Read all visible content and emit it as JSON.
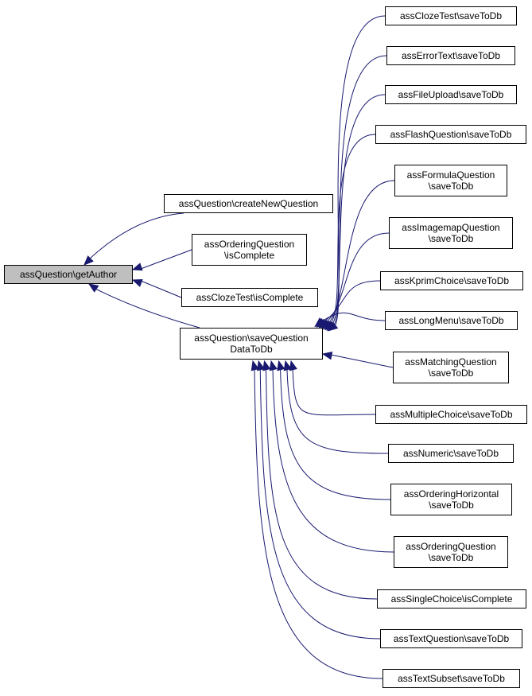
{
  "colors": {
    "edge": "#191970",
    "node_border": "#000000",
    "node_fill": "#ffffff",
    "current_fill": "#bfbfbf"
  },
  "nodes": {
    "getAuthor": {
      "lines": [
        "assQuestion\\getAuthor"
      ]
    },
    "createNewQuestion": {
      "lines": [
        "assQuestion\\createNewQuestion"
      ]
    },
    "orderingIsComplete": {
      "lines": [
        "assOrderingQuestion",
        "\\isComplete"
      ]
    },
    "clozeIsComplete": {
      "lines": [
        "assClozeTest\\isComplete"
      ]
    },
    "saveQuestionDataToDb": {
      "lines": [
        "assQuestion\\saveQuestion",
        "DataToDb"
      ]
    },
    "clozeSave": {
      "lines": [
        "assClozeTest\\saveToDb"
      ]
    },
    "errorTextSave": {
      "lines": [
        "assErrorText\\saveToDb"
      ]
    },
    "fileUploadSave": {
      "lines": [
        "assFileUpload\\saveToDb"
      ]
    },
    "flashSave": {
      "lines": [
        "assFlashQuestion\\saveToDb"
      ]
    },
    "formulaSave": {
      "lines": [
        "assFormulaQuestion",
        "\\saveToDb"
      ]
    },
    "imagemapSave": {
      "lines": [
        "assImagemapQuestion",
        "\\saveToDb"
      ]
    },
    "kprimSave": {
      "lines": [
        "assKprimChoice\\saveToDb"
      ]
    },
    "longMenuSave": {
      "lines": [
        "assLongMenu\\saveToDb"
      ]
    },
    "matchingSave": {
      "lines": [
        "assMatchingQuestion",
        "\\saveToDb"
      ]
    },
    "multipleChoiceSave": {
      "lines": [
        "assMultipleChoice\\saveToDb"
      ]
    },
    "numericSave": {
      "lines": [
        "assNumeric\\saveToDb"
      ]
    },
    "orderingHorizontalSave": {
      "lines": [
        "assOrderingHorizontal",
        "\\saveToDb"
      ]
    },
    "orderingQuestionSave": {
      "lines": [
        "assOrderingQuestion",
        "\\saveToDb"
      ]
    },
    "singleChoiceIsComplete": {
      "lines": [
        "assSingleChoice\\isComplete"
      ]
    },
    "textQuestionSave": {
      "lines": [
        "assTextQuestion\\saveToDb"
      ]
    },
    "textSubsetSave": {
      "lines": [
        "assTextSubset\\saveToDb"
      ]
    }
  },
  "edges": [
    [
      "createNewQuestion",
      "getAuthor"
    ],
    [
      "orderingIsComplete",
      "getAuthor"
    ],
    [
      "clozeIsComplete",
      "getAuthor"
    ],
    [
      "saveQuestionDataToDb",
      "getAuthor"
    ],
    [
      "clozeSave",
      "saveQuestionDataToDb"
    ],
    [
      "errorTextSave",
      "saveQuestionDataToDb"
    ],
    [
      "fileUploadSave",
      "saveQuestionDataToDb"
    ],
    [
      "flashSave",
      "saveQuestionDataToDb"
    ],
    [
      "formulaSave",
      "saveQuestionDataToDb"
    ],
    [
      "imagemapSave",
      "saveQuestionDataToDb"
    ],
    [
      "kprimSave",
      "saveQuestionDataToDb"
    ],
    [
      "longMenuSave",
      "saveQuestionDataToDb"
    ],
    [
      "matchingSave",
      "saveQuestionDataToDb"
    ],
    [
      "multipleChoiceSave",
      "saveQuestionDataToDb"
    ],
    [
      "numericSave",
      "saveQuestionDataToDb"
    ],
    [
      "orderingHorizontalSave",
      "saveQuestionDataToDb"
    ],
    [
      "orderingQuestionSave",
      "saveQuestionDataToDb"
    ],
    [
      "singleChoiceIsComplete",
      "saveQuestionDataToDb"
    ],
    [
      "textQuestionSave",
      "saveQuestionDataToDb"
    ],
    [
      "textSubsetSave",
      "saveQuestionDataToDb"
    ]
  ]
}
